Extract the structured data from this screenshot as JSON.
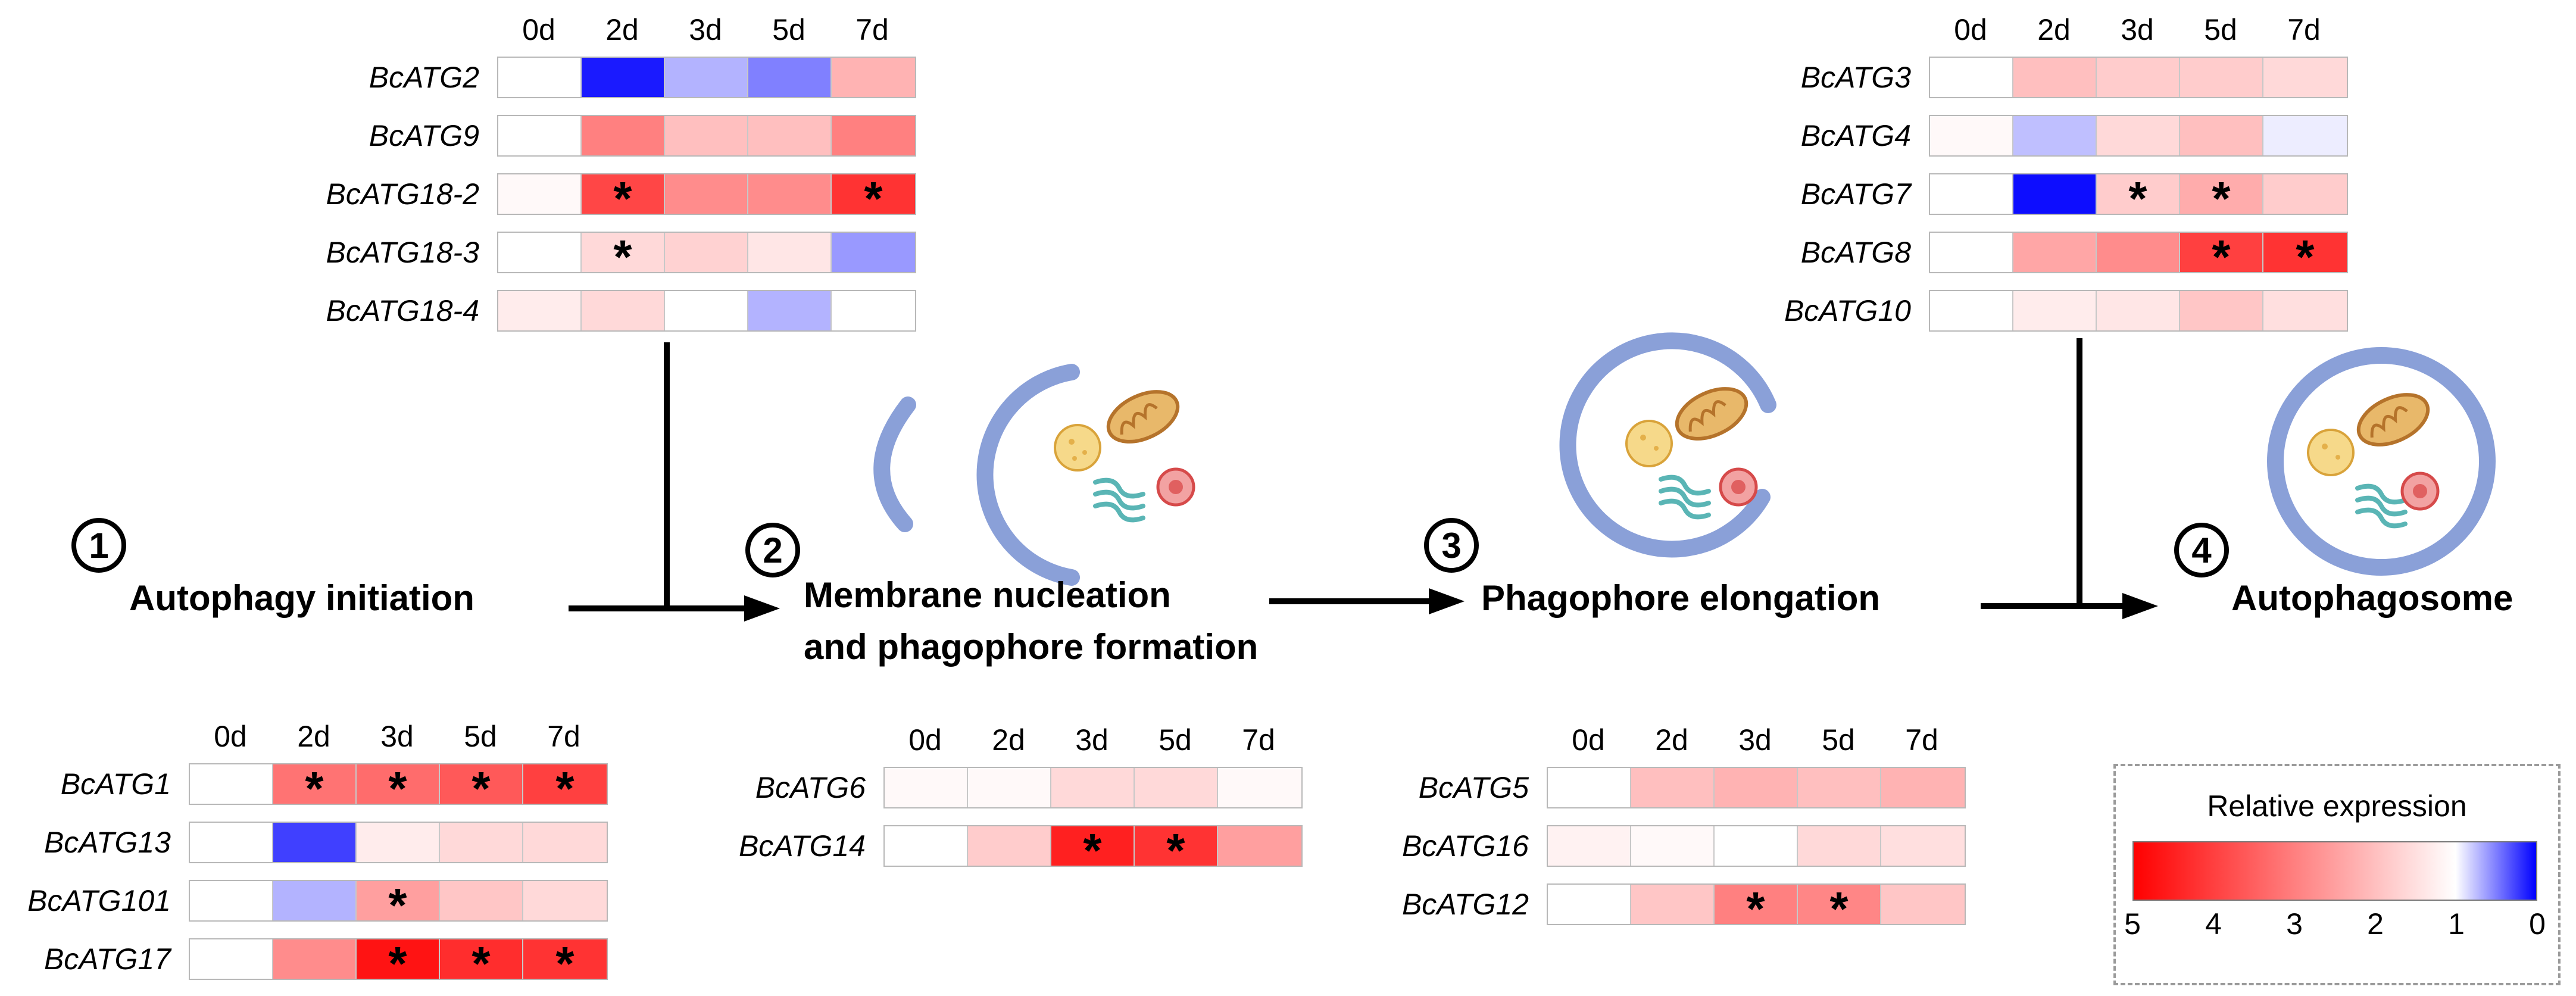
{
  "days": [
    "0d",
    "2d",
    "3d",
    "5d",
    "7d"
  ],
  "colors": {
    "high": "#ff0000",
    "mid": "#ffffff",
    "low": "#0000ff",
    "membrane": "#8aa0d8",
    "arrow": "#000000"
  },
  "stages": [
    {
      "number": "1",
      "label": "Autophagy initiation"
    },
    {
      "number": "2",
      "label_line1": "Membrane nucleation",
      "label_line2": "and phagophore formation"
    },
    {
      "number": "3",
      "label": "Phagophore elongation"
    },
    {
      "number": "4",
      "label": "Autophagosome"
    }
  ],
  "heatmaps": [
    {
      "id": "atg2-group",
      "rows": [
        {
          "gene": "BcATG2",
          "values": [
            1,
            0.1,
            0.7,
            0.5,
            2.2
          ],
          "sig": [
            false,
            false,
            false,
            false,
            false
          ]
        },
        {
          "gene": "BcATG9",
          "values": [
            1,
            3.0,
            2.0,
            2.0,
            3.0
          ],
          "sig": [
            false,
            false,
            false,
            false,
            false
          ]
        },
        {
          "gene": "BcATG18-2",
          "values": [
            1.1,
            3.9,
            2.8,
            2.8,
            4.2
          ],
          "sig": [
            false,
            true,
            false,
            false,
            true
          ]
        },
        {
          "gene": "BcATG18-3",
          "values": [
            1,
            1.6,
            1.7,
            1.4,
            0.6
          ],
          "sig": [
            false,
            true,
            false,
            false,
            false
          ]
        },
        {
          "gene": "BcATG18-4",
          "values": [
            1.3,
            1.6,
            1.0,
            0.7,
            1.0
          ],
          "sig": [
            false,
            false,
            false,
            false,
            false
          ]
        }
      ]
    },
    {
      "id": "atg3-group",
      "rows": [
        {
          "gene": "BcATG3",
          "values": [
            1,
            2.0,
            1.8,
            1.8,
            1.6
          ],
          "sig": [
            false,
            false,
            false,
            false,
            false
          ]
        },
        {
          "gene": "BcATG4",
          "values": [
            1.1,
            0.75,
            1.6,
            2.0,
            0.93
          ],
          "sig": [
            false,
            false,
            false,
            false,
            false
          ]
        },
        {
          "gene": "BcATG7",
          "values": [
            1,
            0.05,
            1.8,
            2.3,
            1.8
          ],
          "sig": [
            false,
            false,
            true,
            true,
            false
          ]
        },
        {
          "gene": "BcATG8",
          "values": [
            1,
            2.4,
            2.8,
            4.0,
            4.2
          ],
          "sig": [
            false,
            false,
            false,
            true,
            true
          ]
        },
        {
          "gene": "BcATG10",
          "values": [
            1,
            1.3,
            1.4,
            1.9,
            1.5
          ],
          "sig": [
            false,
            false,
            false,
            false,
            false
          ]
        }
      ]
    },
    {
      "id": "atg1-group",
      "rows": [
        {
          "gene": "BcATG1",
          "values": [
            1,
            3.2,
            3.3,
            3.6,
            4.0
          ],
          "sig": [
            false,
            true,
            true,
            true,
            true
          ]
        },
        {
          "gene": "BcATG13",
          "values": [
            1,
            0.25,
            1.3,
            1.6,
            1.6
          ],
          "sig": [
            false,
            false,
            false,
            false,
            false
          ]
        },
        {
          "gene": "BcATG101",
          "values": [
            1,
            0.7,
            2.5,
            1.9,
            1.6
          ],
          "sig": [
            false,
            false,
            true,
            false,
            false
          ]
        },
        {
          "gene": "BcATG17",
          "values": [
            1,
            2.8,
            4.7,
            4.3,
            4.2
          ],
          "sig": [
            false,
            false,
            true,
            true,
            true
          ]
        }
      ]
    },
    {
      "id": "atg6-group",
      "rows": [
        {
          "gene": "BcATG6",
          "values": [
            1.1,
            1.1,
            1.6,
            1.6,
            1.1
          ],
          "sig": [
            false,
            false,
            false,
            false,
            false
          ]
        },
        {
          "gene": "BcATG14",
          "values": [
            1,
            1.8,
            4.5,
            4.2,
            2.5
          ],
          "sig": [
            false,
            false,
            true,
            true,
            false
          ]
        }
      ]
    },
    {
      "id": "atg5-group",
      "rows": [
        {
          "gene": "BcATG5",
          "values": [
            1,
            2.0,
            2.2,
            2.0,
            2.2
          ],
          "sig": [
            false,
            false,
            false,
            false,
            false
          ]
        },
        {
          "gene": "BcATG16",
          "values": [
            1.2,
            1.1,
            1.0,
            1.6,
            1.5
          ],
          "sig": [
            false,
            false,
            false,
            false,
            false
          ]
        },
        {
          "gene": "BcATG12",
          "values": [
            1,
            1.9,
            3.0,
            2.9,
            1.9
          ],
          "sig": [
            false,
            false,
            true,
            true,
            false
          ]
        }
      ]
    }
  ],
  "legend": {
    "title": "Relative expression",
    "ticks": [
      "5",
      "4",
      "3",
      "2",
      "1",
      "0"
    ],
    "range": [
      5,
      0
    ]
  },
  "sig_mark": "*"
}
